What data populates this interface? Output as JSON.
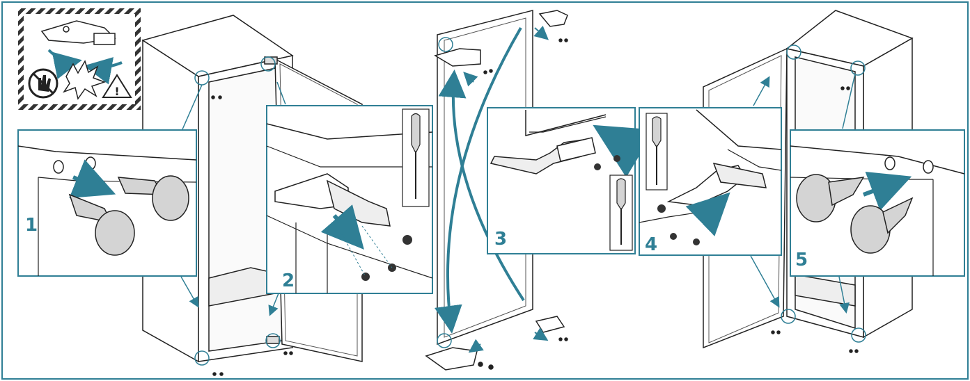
{
  "diagram": {
    "accent_color": "#2f7f95",
    "line_color": "#1a1a1a",
    "panel_fill": "#ffffff",
    "knob_fill": "#d4d4d4",
    "steps": [
      {
        "number": "1"
      },
      {
        "number": "2"
      },
      {
        "number": "3"
      },
      {
        "number": "4"
      },
      {
        "number": "5"
      }
    ],
    "warning": {
      "icons": [
        "hand-no-touch-icon",
        "warning-triangle-icon",
        "hinge-icon"
      ],
      "triangle_symbol": "!"
    }
  }
}
